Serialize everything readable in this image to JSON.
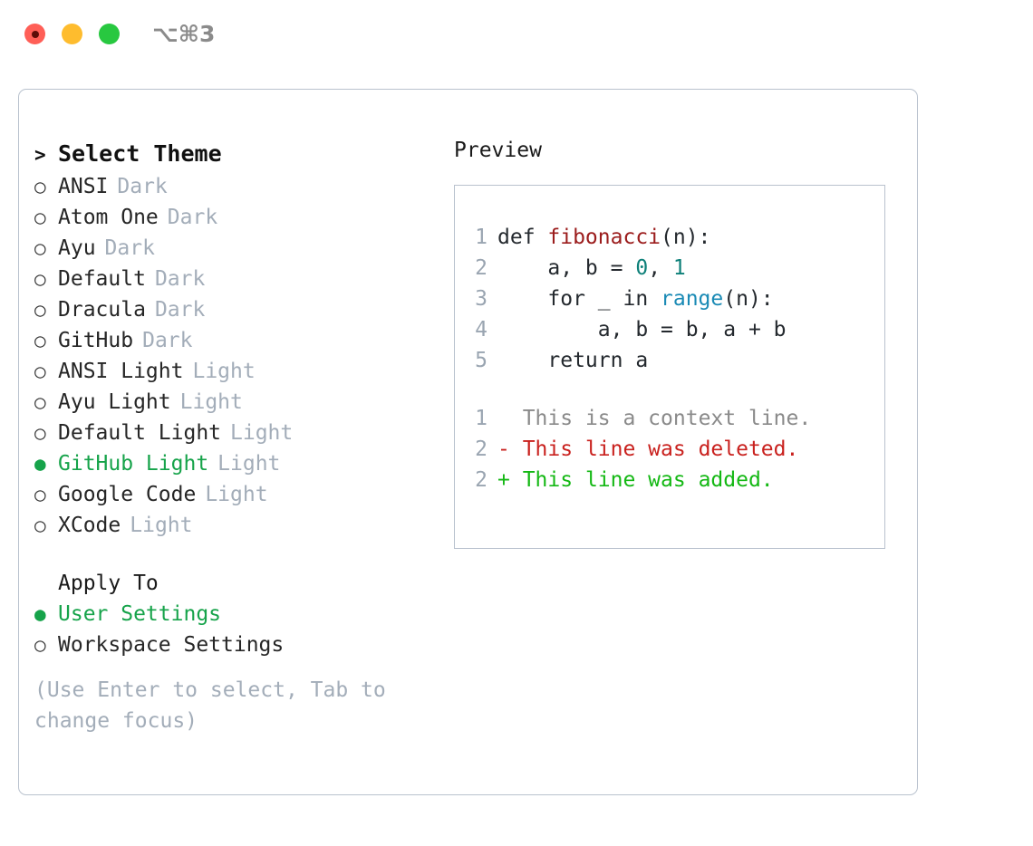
{
  "window": {
    "shortcut": "⌥⌘3",
    "traffic_lights": [
      {
        "name": "close-button",
        "color": "#ff5f57"
      },
      {
        "name": "minimize-button",
        "color": "#febc2e"
      },
      {
        "name": "maximize-button",
        "color": "#28c840"
      }
    ]
  },
  "theme_selector": {
    "header_marker": ">",
    "header_label": "Select Theme",
    "items": [
      {
        "marker": "○",
        "name": "ANSI",
        "variant": "Dark",
        "selected": false
      },
      {
        "marker": "○",
        "name": "Atom One",
        "variant": "Dark",
        "selected": false
      },
      {
        "marker": "○",
        "name": "Ayu",
        "variant": "Dark",
        "selected": false
      },
      {
        "marker": "○",
        "name": "Default",
        "variant": "Dark",
        "selected": false
      },
      {
        "marker": "○",
        "name": "Dracula",
        "variant": "Dark",
        "selected": false
      },
      {
        "marker": "○",
        "name": "GitHub",
        "variant": "Dark",
        "selected": false
      },
      {
        "marker": "○",
        "name": "ANSI Light",
        "variant": "Light",
        "selected": false
      },
      {
        "marker": "○",
        "name": "Ayu Light",
        "variant": "Light",
        "selected": false
      },
      {
        "marker": "○",
        "name": "Default Light",
        "variant": "Light",
        "selected": false
      },
      {
        "marker": "●",
        "name": "GitHub Light",
        "variant": "Light",
        "selected": true
      },
      {
        "marker": "○",
        "name": "Google Code",
        "variant": "Light",
        "selected": false
      },
      {
        "marker": "○",
        "name": "XCode",
        "variant": "Light",
        "selected": false
      }
    ]
  },
  "apply_to": {
    "header_label": "Apply To",
    "options": [
      {
        "marker": "●",
        "label": "User Settings",
        "selected": true
      },
      {
        "marker": "○",
        "label": "Workspace Settings",
        "selected": false
      }
    ]
  },
  "hint": "(Use Enter to select, Tab to change focus)",
  "preview": {
    "title": "Preview",
    "code_lines": [
      {
        "lineno": "1",
        "tokens": [
          {
            "text": "def ",
            "type": "kw"
          },
          {
            "text": "fibonacci",
            "type": "fn"
          },
          {
            "text": "(n):",
            "type": "plain"
          }
        ]
      },
      {
        "lineno": "2",
        "tokens": [
          {
            "text": "    a, b = ",
            "type": "plain"
          },
          {
            "text": "0",
            "type": "num"
          },
          {
            "text": ", ",
            "type": "plain"
          },
          {
            "text": "1",
            "type": "num"
          }
        ]
      },
      {
        "lineno": "3",
        "tokens": [
          {
            "text": "    for _ in ",
            "type": "kw"
          },
          {
            "text": "range",
            "type": "call"
          },
          {
            "text": "(n):",
            "type": "plain"
          }
        ]
      },
      {
        "lineno": "4",
        "tokens": [
          {
            "text": "        a, b = b, a + b",
            "type": "plain"
          }
        ]
      },
      {
        "lineno": "5",
        "tokens": [
          {
            "text": "    return a",
            "type": "kw"
          }
        ]
      }
    ],
    "diff_lines": [
      {
        "lineno": "1",
        "marker": " ",
        "text": " This is a context line.",
        "kind": "ctx"
      },
      {
        "lineno": "2",
        "marker": "-",
        "text": " This line was deleted.",
        "kind": "del"
      },
      {
        "lineno": "2",
        "marker": "+",
        "text": " This line was added.",
        "kind": "add"
      }
    ]
  },
  "colors": {
    "accent_green": "#16a34a",
    "muted_gray": "#a3adb9",
    "border": "#b9c2ce",
    "diff_add": "#14b814",
    "diff_del": "#c9211e",
    "syntax_function": "#9b1c1c",
    "syntax_number": "#0e8079",
    "syntax_call": "#1a8ab5"
  }
}
